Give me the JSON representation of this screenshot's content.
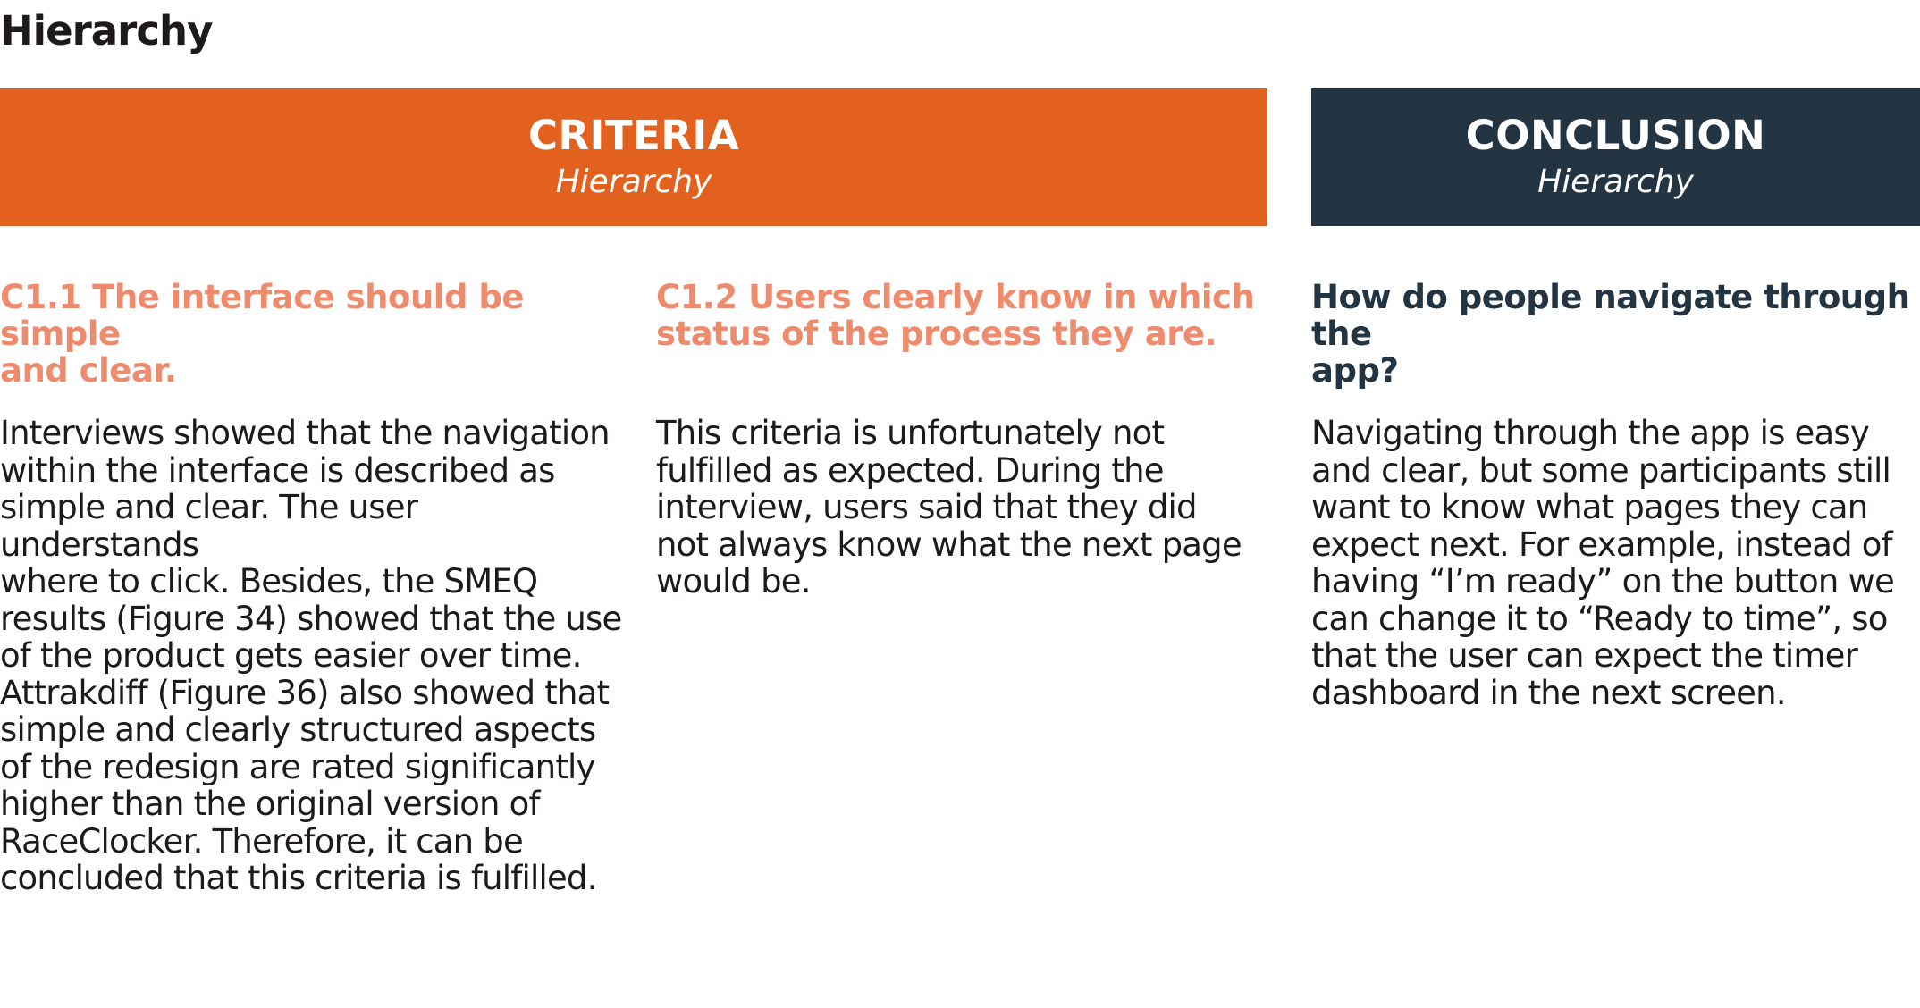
{
  "page": {
    "title": "Hierarchy"
  },
  "criteria_header": {
    "title": "CRITERIA",
    "subtitle": "Hierarchy"
  },
  "conclusion_header": {
    "title": "CONCLUSION",
    "subtitle": "Hierarchy"
  },
  "criteria": [
    {
      "heading": "C1.1 The interface should be simple\nand clear.",
      "body": "Interviews showed that the navigation\nwithin the interface is described as\nsimple and clear. The user understands\nwhere to click. Besides, the SMEQ\nresults (Figure 34) showed that the use\nof the product gets easier over time.\nAttrakdiff (Figure 36) also showed that\nsimple and clearly structured aspects\nof the redesign are rated significantly\nhigher than the original version of\nRaceClocker. Therefore, it can be\nconcluded that this criteria is fulfilled."
    },
    {
      "heading": "C1.2 Users clearly know in which\nstatus of the process they are.",
      "body": "This criteria is unfortunately not\nfulfilled as expected. During the\ninterview, users said that they did\nnot always know what the next page\nwould be."
    }
  ],
  "conclusion": {
    "heading": "How do people navigate through the\napp?",
    "body": "Navigating through the app is easy\nand clear, but some participants still\nwant to know what pages they can\nexpect next. For example, instead of\nhaving “I’m ready” on the button we\ncan change it to “Ready to time”, so\nthat the user can expect the timer\ndashboard in the next screen."
  },
  "colors": {
    "criteria_accent": "#e3611f",
    "criteria_heading_text": "#ef8b6d",
    "conclusion_accent": "#233443",
    "body_text": "#1f1a1a"
  }
}
